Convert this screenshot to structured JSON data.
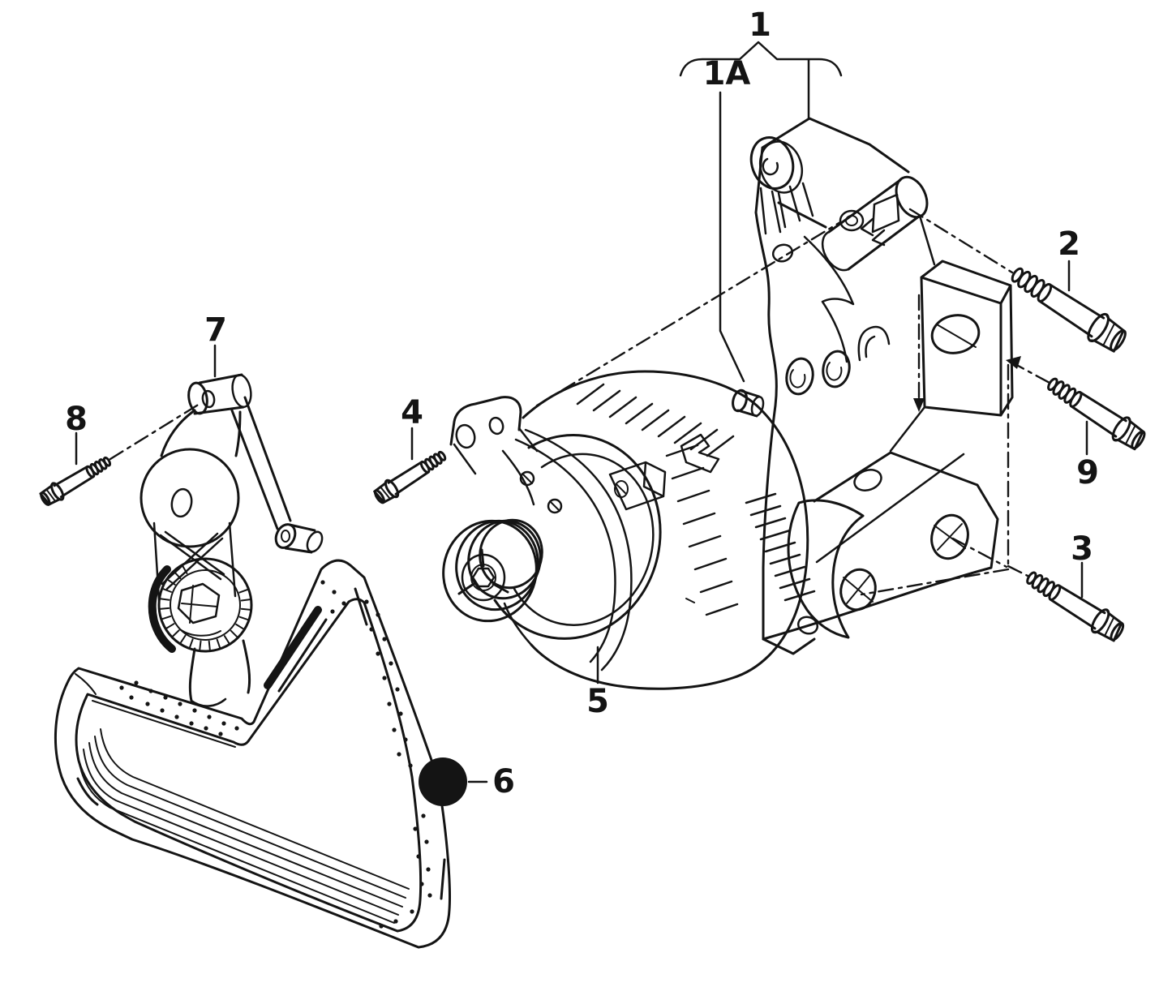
{
  "figure": {
    "type": "exploded-parts-diagram",
    "background_color": "#ffffff",
    "line_color": "#141414",
    "callouts": {
      "c1": {
        "label": "1"
      },
      "c1a": {
        "label": "1A"
      },
      "c2": {
        "label": "2"
      },
      "c3": {
        "label": "3"
      },
      "c4": {
        "label": "4"
      },
      "c5": {
        "label": "5"
      },
      "c6": {
        "label": "6"
      },
      "c7": {
        "label": "7"
      },
      "c8": {
        "label": "8"
      },
      "c9": {
        "label": "9"
      }
    }
  }
}
